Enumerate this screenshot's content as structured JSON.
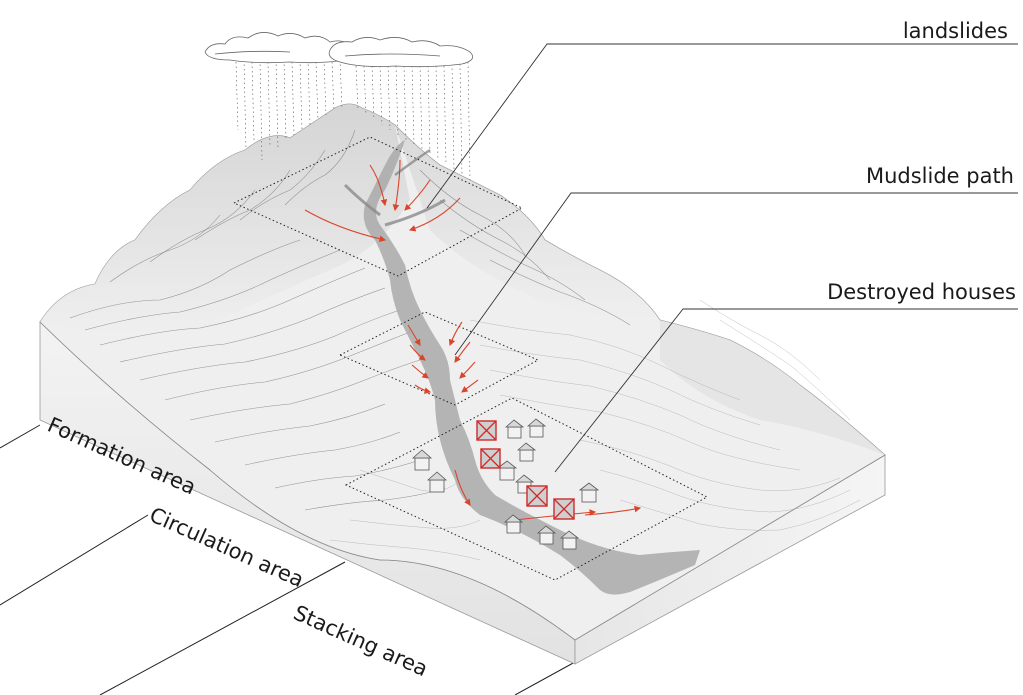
{
  "callouts": {
    "landslides": "landslides",
    "mudslide_path": "Mudslide path",
    "destroyed_houses": "Destroyed houses"
  },
  "zones": {
    "formation": "Formation area",
    "circulation": "Circulation area",
    "stacking": "Stacking area"
  },
  "colors": {
    "accent_red": "#d9442b",
    "terrain": "#ededed",
    "mud": "#a9a9a9"
  }
}
